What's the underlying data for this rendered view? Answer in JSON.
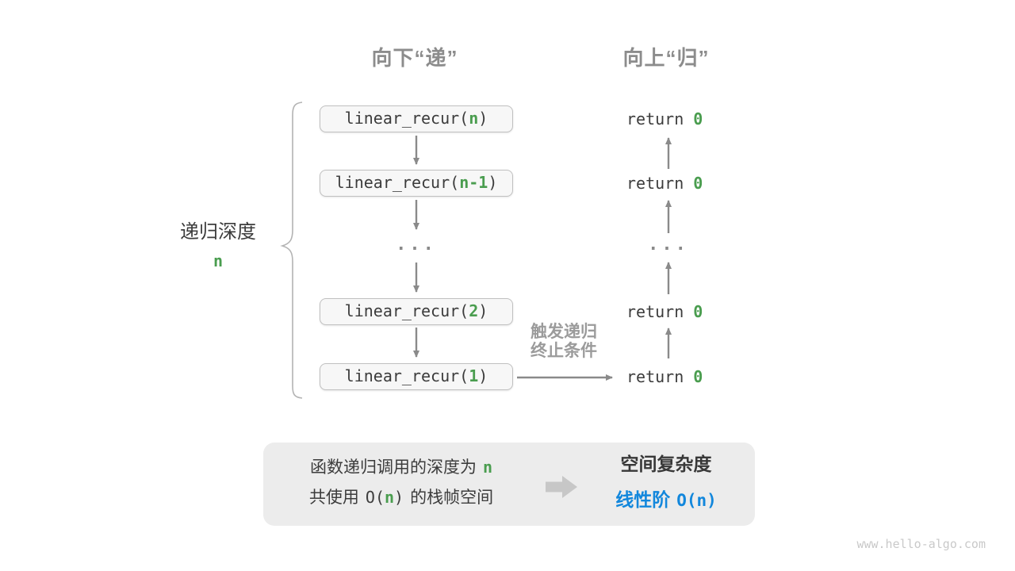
{
  "colors": {
    "accent_green": "#4a9d4f",
    "accent_blue": "#1287dc",
    "header_gray": "#8c8c8c",
    "arrow_gray": "#8a8a8a",
    "panel_gray": "#ececec"
  },
  "headers": {
    "descend": "向下“递”",
    "ascend": "向上“归”"
  },
  "depth_label": {
    "text": "递归深度",
    "value": "n"
  },
  "descend": {
    "boxes": [
      {
        "prefix": "linear_recur(",
        "arg": "n",
        "suffix": ")"
      },
      {
        "prefix": "linear_recur(",
        "arg": "n-1",
        "suffix": ")"
      },
      {
        "prefix": "linear_recur(",
        "arg": "2",
        "suffix": ")"
      },
      {
        "prefix": "linear_recur(",
        "arg": "1",
        "suffix": ")"
      }
    ],
    "ellipsis": "..."
  },
  "returns": {
    "rows": [
      {
        "keyword": "return ",
        "value": "0"
      },
      {
        "keyword": "return ",
        "value": "0"
      },
      {
        "keyword": "return ",
        "value": "0"
      },
      {
        "keyword": "return ",
        "value": "0"
      }
    ],
    "ellipsis": "..."
  },
  "base_case_note": {
    "line1": "触发递归",
    "line2": "终止条件"
  },
  "summary": {
    "line1_text": "函数递归调用的深度为",
    "line1_value": "n",
    "line2_pre": "共使用",
    "line2_o": "O(",
    "line2_n": "n",
    "line2_close": ")",
    "line2_post": "的栈帧空间",
    "title": "空间复杂度",
    "result_label": "线性阶",
    "result_value": "O(n)"
  },
  "watermark": "www.hello-algo.com"
}
